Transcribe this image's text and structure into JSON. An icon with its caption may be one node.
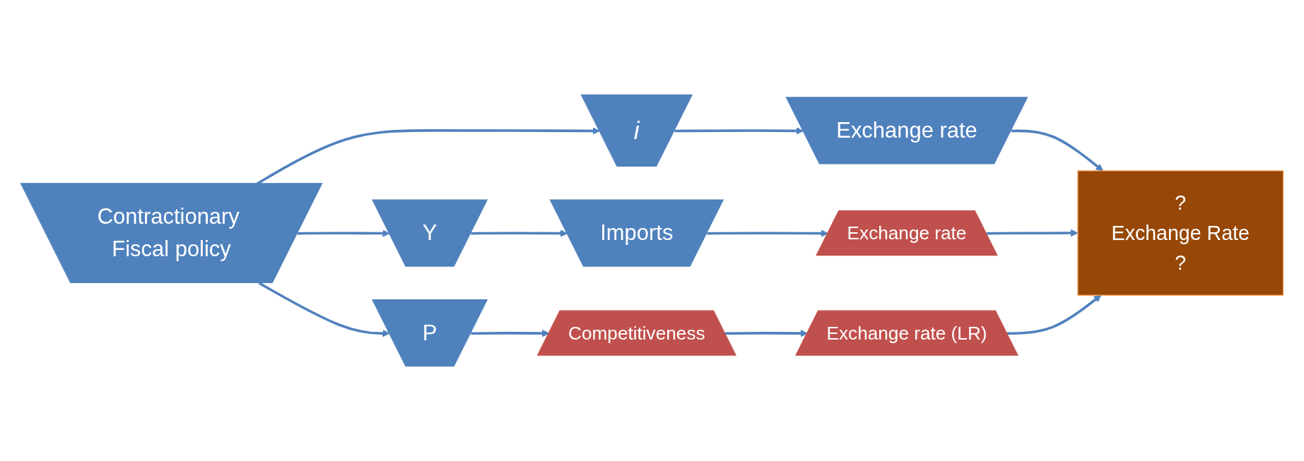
{
  "diagram": {
    "nodes": [
      {
        "text": [
          "Contractionary Fiscal policy"
        ]
      },
      {
        "text": [
          "i"
        ]
      },
      {
        "text": [
          "Exchange rate"
        ]
      },
      {
        "text": [
          "Y"
        ]
      },
      {
        "text": [
          "Imports"
        ]
      },
      {
        "text": [
          "Exchange rate"
        ]
      },
      {
        "text": [
          "P"
        ]
      },
      {
        "text": [
          "Competitiveness"
        ]
      },
      {
        "text": [
          "Exchange rate (LR)"
        ]
      },
      {
        "text": [
          "?",
          "Exchange Rate",
          "?"
        ]
      }
    ],
    "edges": [
      {
        "from": 0,
        "to": 1,
        "arrow": "to"
      },
      {
        "from": 0,
        "to": 3,
        "arrow": "to"
      },
      {
        "from": 0,
        "to": 6,
        "arrow": "to"
      },
      {
        "from": 1,
        "to": 2,
        "arrow": "to"
      },
      {
        "from": 3,
        "to": 4,
        "arrow": "to"
      },
      {
        "from": 4,
        "to": 5,
        "arrow": "to"
      },
      {
        "from": 6,
        "to": 7,
        "arrow": "to"
      },
      {
        "from": 7,
        "to": 8,
        "arrow": "to"
      },
      {
        "from": 2,
        "to": 9,
        "arrow": "to"
      },
      {
        "from": 5,
        "to": 9,
        "arrow": "to"
      },
      {
        "from": 8,
        "to": 9,
        "arrow": "to"
      }
    ]
  }
}
